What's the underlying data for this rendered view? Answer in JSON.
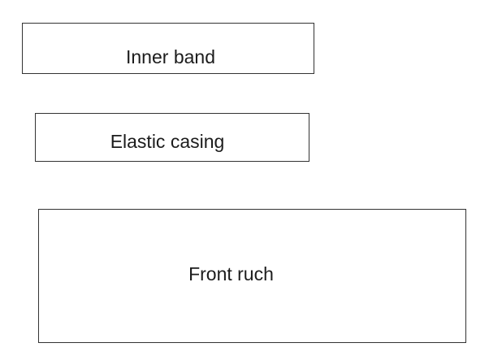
{
  "theme": {
    "background": "#ffffff",
    "border_color": "#333333",
    "text_color": "#1c1c1c"
  },
  "boxes": [
    {
      "id": "inner-band",
      "label": "Inner band"
    },
    {
      "id": "elastic-casing",
      "label": "Elastic casing"
    },
    {
      "id": "front-ruch",
      "label": "Front ruch"
    }
  ]
}
